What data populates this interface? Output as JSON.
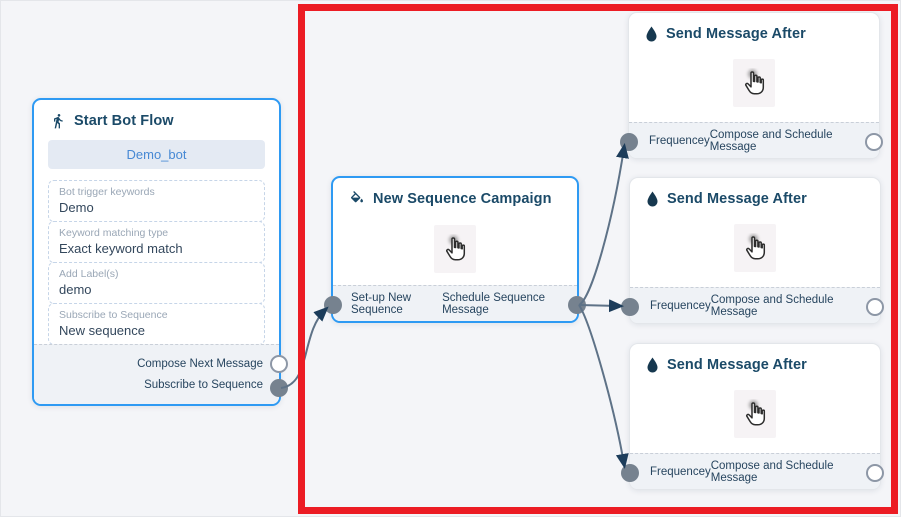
{
  "colors": {
    "canvas_bg": "#f4f5f8",
    "node_border_active": "#2e9af3",
    "node_border_plain": "#e3e6ea",
    "title_text": "#1b4a68",
    "edge": "#5e7287",
    "arrowhead": "#1c3c5a",
    "port_filled": "#76828f",
    "annotation_frame": "#ec1c24",
    "pill_bg": "#e4eaf3",
    "pill_text": "#4789d4"
  },
  "icons": {
    "start": "walking-person-icon",
    "sequence": "paint-bucket-icon",
    "send": "water-drop-icon",
    "body_hint": "hand-cursor-icon"
  },
  "start_node": {
    "title": "Start Bot Flow",
    "bot_name": "Demo_bot",
    "fields": [
      {
        "label": "Bot trigger keywords",
        "value": "Demo"
      },
      {
        "label": "Keyword matching type",
        "value": "Exact keyword match"
      },
      {
        "label": "Add Label(s)",
        "value": "demo"
      },
      {
        "label": "Subscribe to Sequence",
        "value": "New sequence"
      }
    ],
    "outputs": [
      {
        "label": "Compose Next Message"
      },
      {
        "label": "Subscribe to Sequence"
      }
    ]
  },
  "sequence_node": {
    "title": "New Sequence Campaign",
    "input_label": "Set-up New Sequence",
    "output_label": "Schedule Sequence Message"
  },
  "send_nodes": [
    {
      "title": "Send Message After",
      "input_label": "Frequencey",
      "output_label": "Compose and Schedule Message"
    },
    {
      "title": "Send Message After",
      "input_label": "Frequencey",
      "output_label": "Compose and Schedule Message"
    },
    {
      "title": "Send Message After",
      "input_label": "Frequencey",
      "output_label": "Compose and Schedule Message"
    }
  ]
}
